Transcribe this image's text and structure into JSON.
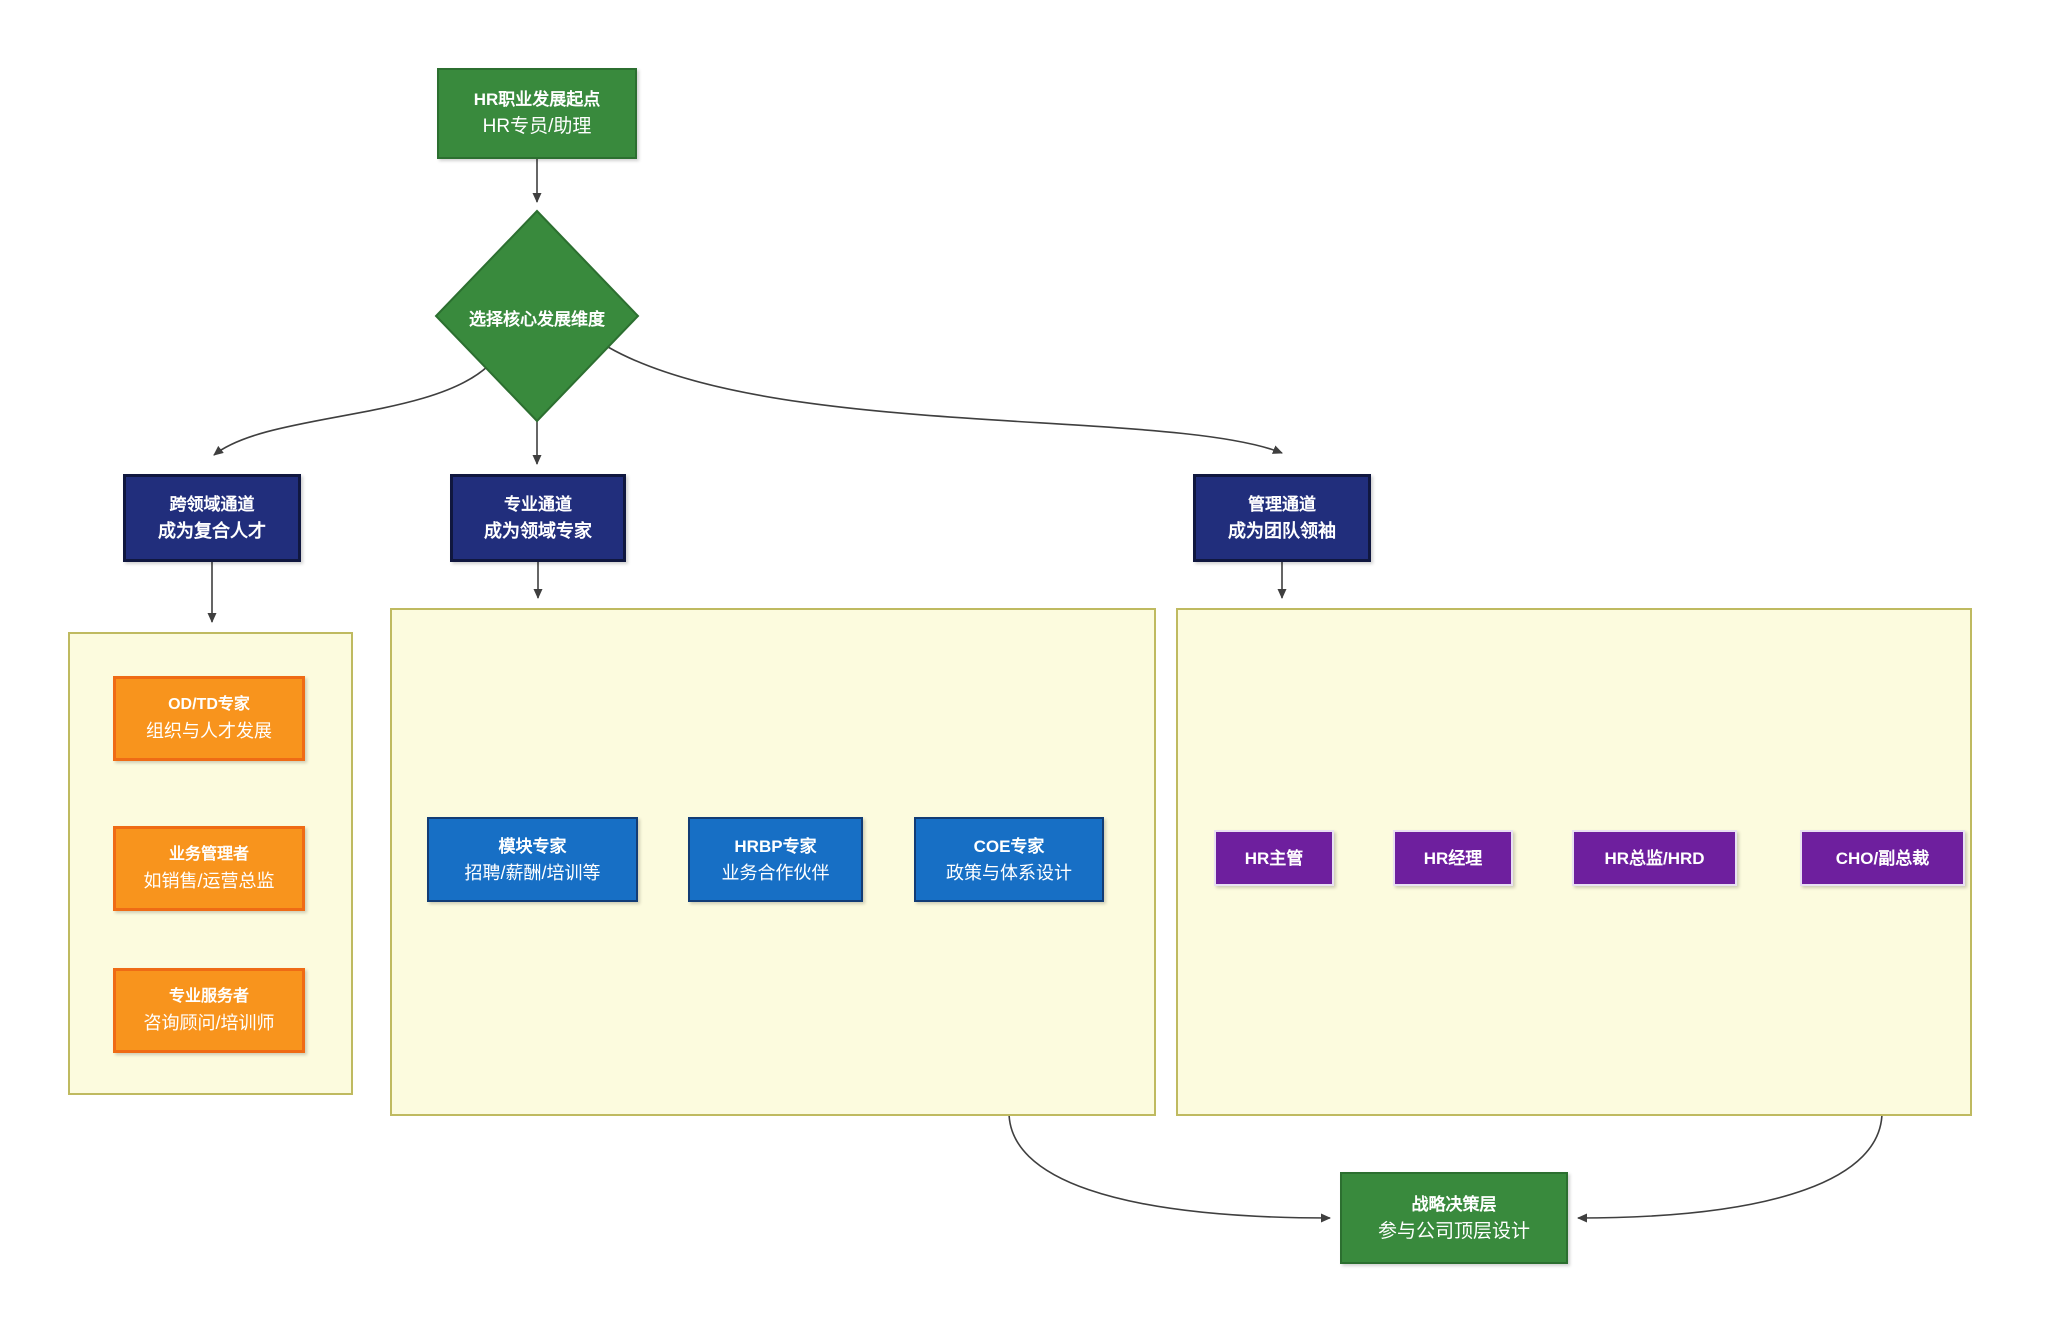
{
  "colors": {
    "green_fill": "#398a3d",
    "green_border": "#2c6f30",
    "navy_fill": "#212e7c",
    "navy_border": "#10173f",
    "orange_fill": "#f8941d",
    "orange_border": "#ef6b15",
    "blue_fill": "#176fc5",
    "blue_border": "#123c75",
    "purple_fill": "#6e1f9e",
    "purple_border": "#e9e0f2",
    "panel_fill": "#fcfbde",
    "panel_border": "#bfba60",
    "arrow": "#3f3f3f",
    "text": "#ffffff"
  },
  "nodes": {
    "start": {
      "title": "HR职业发展起点",
      "subtitle": "HR专员/助理"
    },
    "decision": {
      "label": "选择核心发展维度"
    },
    "channel_cross": {
      "title": "跨领域通道",
      "subtitle": "成为复合人才"
    },
    "channel_pro": {
      "title": "专业通道",
      "subtitle": "成为领域专家"
    },
    "channel_mgmt": {
      "title": "管理通道",
      "subtitle": "成为团队领袖"
    },
    "cross_roles": [
      {
        "title": "OD/TD专家",
        "subtitle": "组织与人才发展"
      },
      {
        "title": "业务管理者",
        "subtitle": "如销售/运营总监"
      },
      {
        "title": "专业服务者",
        "subtitle": "咨询顾问/培训师"
      }
    ],
    "pro_roles": [
      {
        "title": "模块专家",
        "subtitle": "招聘/薪酬/培训等"
      },
      {
        "title": "HRBP专家",
        "subtitle": "业务合作伙伴"
      },
      {
        "title": "COE专家",
        "subtitle": "政策与体系设计"
      }
    ],
    "mgmt_roles": [
      {
        "label": "HR主管"
      },
      {
        "label": "HR经理"
      },
      {
        "label": "HR总监/HRD"
      },
      {
        "label": "CHO/副总裁"
      }
    ],
    "end": {
      "title": "战略决策层",
      "subtitle": "参与公司顶层设计"
    }
  }
}
